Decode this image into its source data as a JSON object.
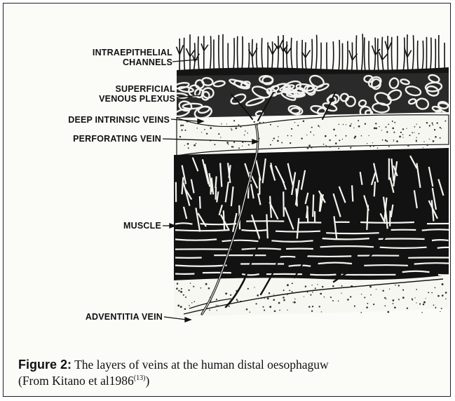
{
  "labels": {
    "intraepithelial_1": "INTRAEPITHELIAL",
    "intraepithelial_2": "CHANNELS",
    "superficial_1": "SUPERFICIAL",
    "superficial_2": "VENOUS PLEXUS",
    "deep_intrinsic": "DEEP INTRINSIC VEINS",
    "perforating": "PERFORATING VEIN",
    "muscle": "MUSCLE",
    "adventitia": "ADVENTITIA VEIN"
  },
  "caption": {
    "figure_label": "Figure  2:",
    "text": " The layers of veins at the human distal oesophaguw",
    "line2_prefix": "(From Kitano et al1986",
    "reference": "(13)",
    "line2_suffix": ")"
  },
  "colors": {
    "ink": "#111111",
    "paper": "#fbfbf8"
  }
}
